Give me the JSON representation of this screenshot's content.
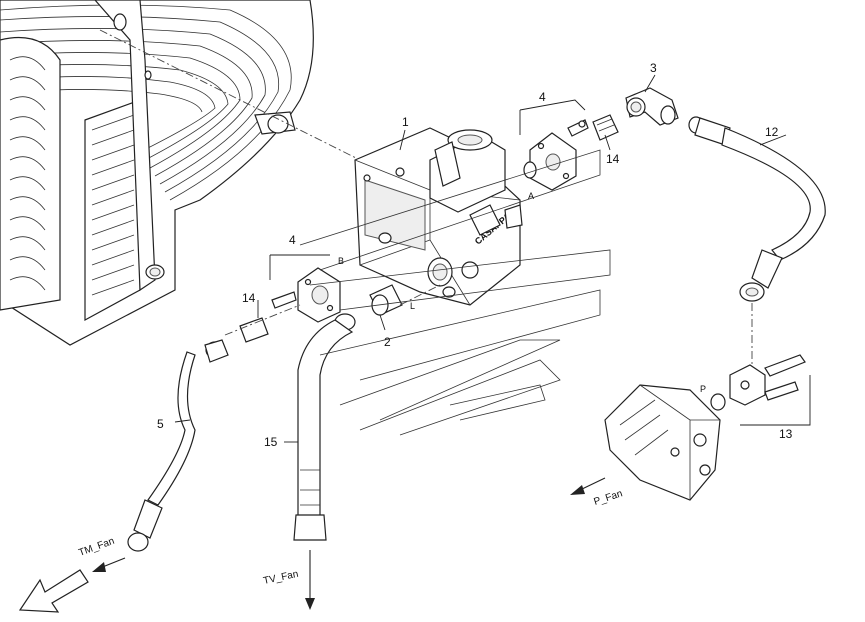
{
  "callouts": {
    "c1": "1",
    "c2": "2",
    "c3": "3",
    "c4_top": "4",
    "c4_left": "4",
    "c5": "5",
    "c12": "12",
    "c13": "13",
    "c14_left": "14",
    "c14_right": "14",
    "c15": "15"
  },
  "ports": {
    "a": "A",
    "b": "B",
    "l": "L",
    "p": "P"
  },
  "refs": {
    "tm_fan": "TM_Fan",
    "tv_fan": "TV_Fan",
    "p_fan": "P_Fan"
  }
}
